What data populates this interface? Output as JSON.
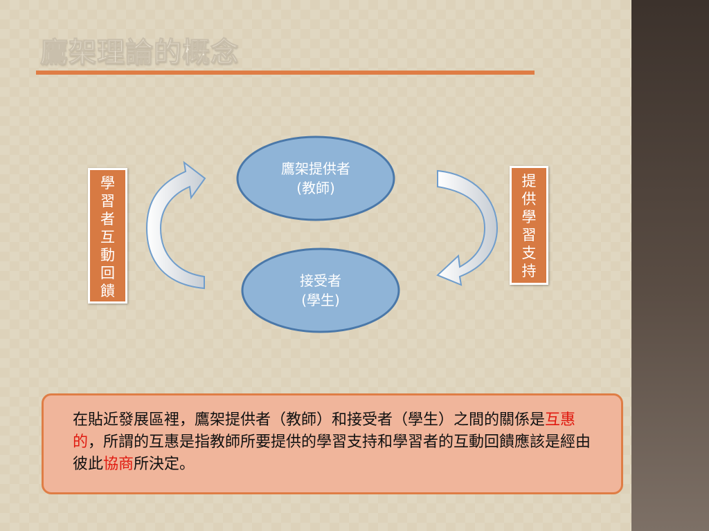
{
  "slide": {
    "title": "鷹架理論的概念",
    "colors": {
      "accent": "#df7d45",
      "node_fill": "#8fb4d7",
      "node_stroke": "#4a78a9",
      "label_fill": "#d77a43",
      "highlight": "#e0190f"
    }
  },
  "diagram": {
    "top_node": {
      "line1": "鷹架提供者",
      "line2": "(教師)"
    },
    "bottom_node": {
      "line1": "接受者",
      "line2": "(學生)"
    },
    "left_label": "學習者互動回饋",
    "right_label": "提供學習支持",
    "arrows": {
      "left": "curved-arrow-up-icon",
      "right": "curved-arrow-down-icon"
    }
  },
  "note": {
    "part1": "在貼近發展區裡，鷹架提供者（教師）和接受者（學生）之間的關係是",
    "highlight1": "互惠的",
    "part2": "，所謂的互惠是指教師所要提供的學習支持和學習者的互動回饋應該是經由彼此",
    "highlight2": "協商",
    "part3": "所決定。"
  }
}
